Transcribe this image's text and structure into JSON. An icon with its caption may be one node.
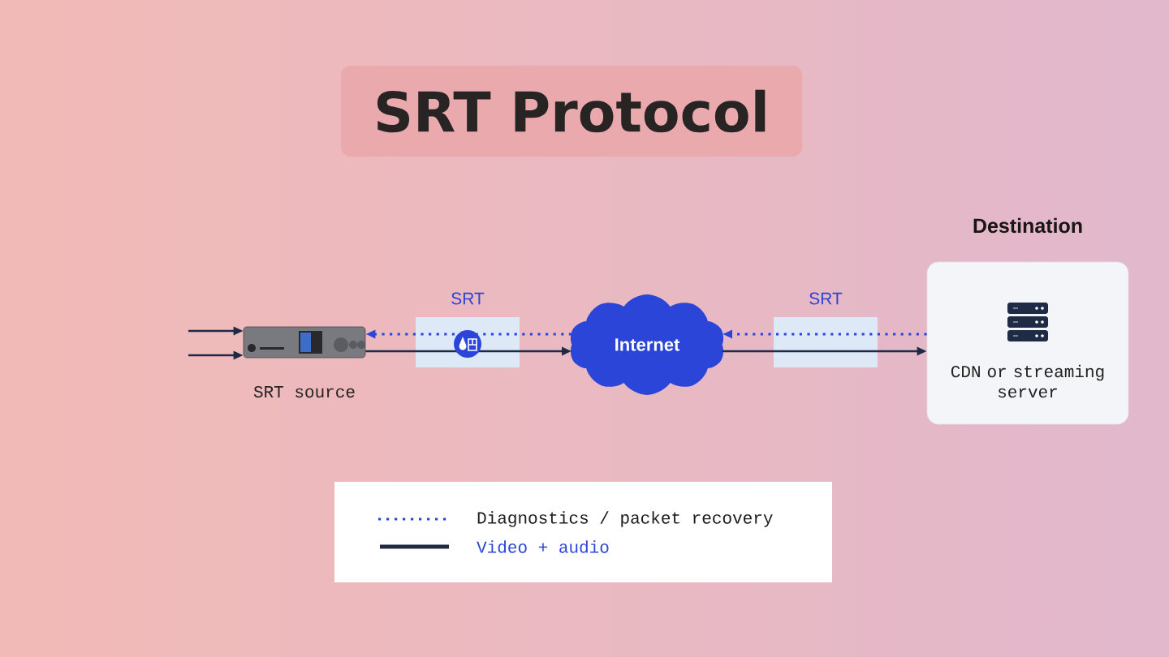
{
  "diagram": {
    "title": "SRT Protocol",
    "nodes": [
      {
        "text": [],
        "shape": "picture",
        "beside": [
          "SRT source"
        ]
      },
      {
        "text": [
          "Internet"
        ]
      },
      {
        "text": [
          "Destination",
          "CDN or streaming server"
        ]
      }
    ],
    "edges": [
      {
        "from": null,
        "to": 0,
        "arrow": "to"
      },
      {
        "from": null,
        "to": 0,
        "arrow": "to"
      },
      {
        "from": 1,
        "to": 0,
        "arrow": "to",
        "style": "dashed",
        "color": "#2b45d8"
      },
      {
        "from": 0,
        "to": 1,
        "arrow": "to"
      },
      {
        "from": 2,
        "to": 1,
        "arrow": "to",
        "style": "dashed",
        "color": "#2b45d8"
      },
      {
        "from": 1,
        "to": 2,
        "arrow": "to"
      }
    ],
    "labels": [
      "SRT",
      "SRT"
    ],
    "legend": [
      {
        "text": "Diagnostics / packet recovery"
      },
      {
        "text": "Video + audio"
      }
    ]
  }
}
